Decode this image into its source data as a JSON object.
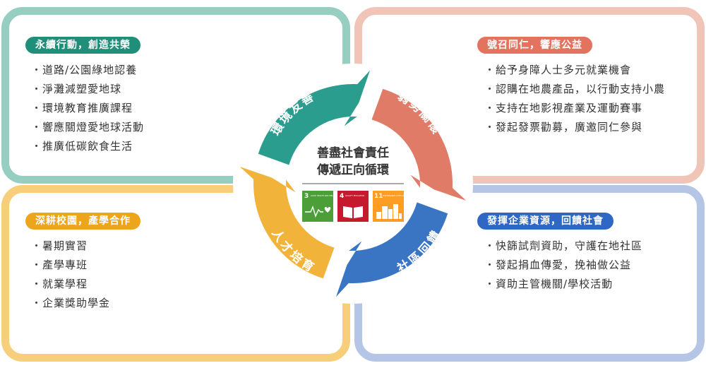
{
  "colors": {
    "teal": "#1f8f7a",
    "coral": "#e3735e",
    "orange": "#eda51c",
    "blue": "#2f68c4",
    "ring_teal": "#2a9d8f",
    "ring_coral": "#e07b67",
    "ring_orange": "#f2b33b",
    "ring_blue": "#3a75c4"
  },
  "center": {
    "line1": "善盡社會責任",
    "line2": "傳遞正向循環",
    "sdg_icons": [
      {
        "number": "3",
        "label": "GOOD HEALTH AND WELL-BEING",
        "color": "#4c9f38",
        "icon": "heartbeat-icon"
      },
      {
        "number": "4",
        "label": "QUALITY EDUCATION",
        "color": "#c5192d",
        "icon": "book-icon"
      },
      {
        "number": "11",
        "label": "SUSTAINABLE CITIES AND COMMUNITIES",
        "color": "#fd9d24",
        "icon": "city-icon"
      }
    ]
  },
  "ring_labels": {
    "environment": "環境友善",
    "vulnerable": "弱勢關懷",
    "community": "社區回饋",
    "talent": "人才培育"
  },
  "quadrants": {
    "top_left": {
      "title": "永續行動，創造共榮",
      "items": [
        "道路/公園綠地認養",
        "淨灘減塑愛地球",
        "環境教育推廣課程",
        "響應關燈愛地球活動",
        "推廣低碳飲食生活"
      ]
    },
    "top_right": {
      "title": "號召同仁，響應公益",
      "items": [
        "給予身障人士多元就業機會",
        "認購在地農產品，以行動支持小農",
        "支持在地影視產業及運動賽事",
        "發起發票勸募，廣邀同仁參與"
      ]
    },
    "bottom_left": {
      "title": "深耕校園，產學合作",
      "items": [
        "暑期實習",
        "產學專班",
        "就業學程",
        "企業獎助學金"
      ]
    },
    "bottom_right": {
      "title": "發揮企業資源，回饋社會",
      "items": [
        "快篩試劑資助，守護在地社區",
        "發起捐血傳愛，挽袖做公益",
        "資助主管機關/學校活動"
      ]
    }
  }
}
